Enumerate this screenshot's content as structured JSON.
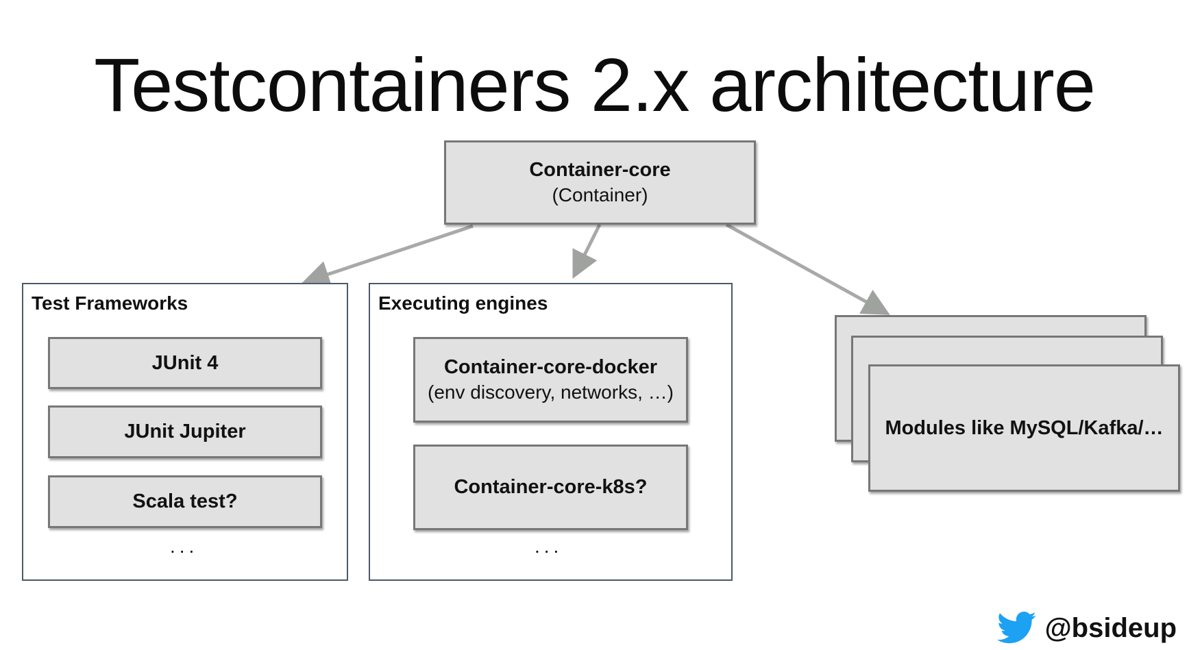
{
  "title": "Testcontainers 2.x architecture",
  "core": {
    "title": "Container-core",
    "subtitle": "(Container)"
  },
  "test_frameworks": {
    "label": "Test Frameworks",
    "items": [
      "JUnit 4",
      "JUnit Jupiter",
      "Scala test?"
    ],
    "ellipsis": "..."
  },
  "executing_engines": {
    "label": "Executing engines",
    "docker": {
      "title": "Container-core-docker",
      "subtitle": "(env discovery, networks, …)"
    },
    "k8s": {
      "title": "Container-core-k8s?"
    },
    "ellipsis": "..."
  },
  "modules": {
    "label": "Modules like MySQL/Kafka/…"
  },
  "footer": {
    "handle": "@bsideup",
    "icon": "twitter-bird-icon"
  },
  "colors": {
    "box_fill": "#e1e1e1",
    "arrow": "#a8aaa8",
    "twitter_blue": "#1da1f2"
  }
}
